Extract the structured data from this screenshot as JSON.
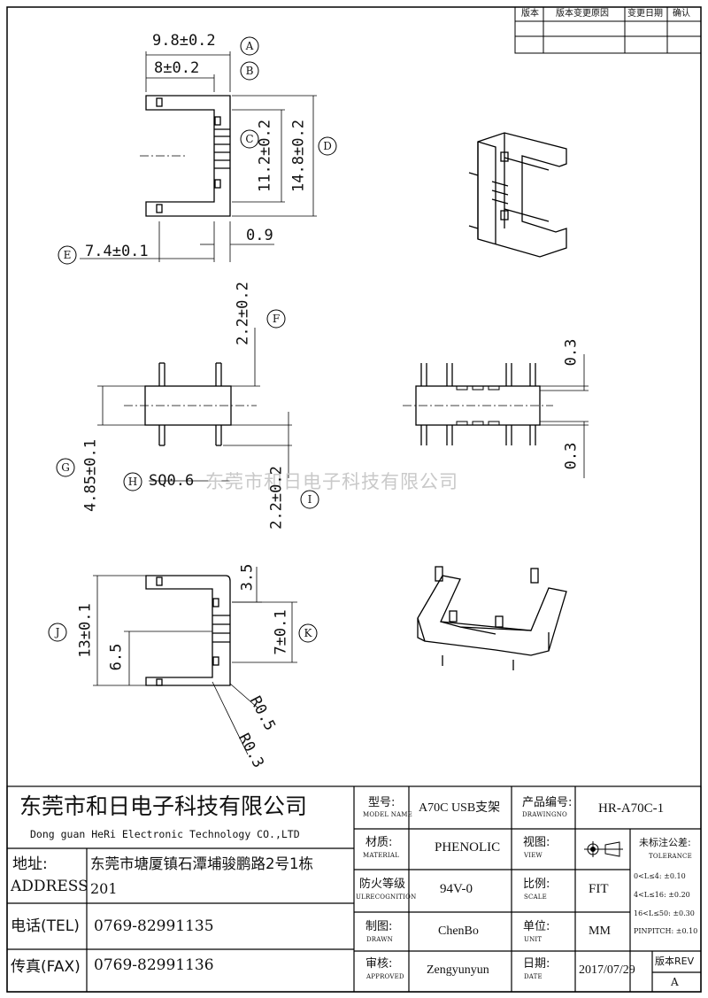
{
  "revision_table": {
    "headers": [
      "版本",
      "版本变更原因",
      "变更日期",
      "确认"
    ]
  },
  "drawing": {
    "dimensions": {
      "A": "9.8±0.2",
      "B": "8±0.2",
      "C": "11.2±0.2",
      "D": "14.8±0.2",
      "E": "7.4±0.1",
      "gap": "0.9",
      "F": "2.2±0.2",
      "G": "4.85±0.1",
      "H": "SQ0.6",
      "I": "2.2±0.2",
      "side_top": "0.3",
      "side_bottom": "0.3",
      "J": "13±0.1",
      "inner": "6.5",
      "top_35": "3.5",
      "K": "7±0.1",
      "R1": "R0.5",
      "R2": "R0.3"
    },
    "callouts": [
      "A",
      "B",
      "C",
      "D",
      "E",
      "F",
      "G",
      "H",
      "I",
      "J",
      "K"
    ],
    "watermark": "东莞市和日电子科技有限公司"
  },
  "title_block": {
    "company_cn": "东莞市和日电子科技有限公司",
    "company_en": "Dong guan HeRi Electronic Technology CO.,LTD",
    "address_label": "地址:",
    "address_label_en": "ADDRESS",
    "address_line1": "东莞市塘厦镇石潭埔骏鹏路2号1栋",
    "address_line2": "201",
    "tel_label": "电话(TEL)",
    "tel": "0769-82991135",
    "fax_label": "传真(FAX)",
    "fax": "0769-82991136",
    "model_label": "型号:",
    "model_label_en": "MODEL NAME",
    "model": "A70C USB支架",
    "drawing_no_label": "产品编号:",
    "drawing_no_label_en": "DRAWINGNO",
    "drawing_no": "HR-A70C-1",
    "material_label": "材质:",
    "material_label_en": "MATERIAL",
    "material": "PHENOLIC",
    "view_label": "视图:",
    "view_label_en": "VIEW",
    "tolerance_label": "未标注公差:",
    "tolerance_label_en": "TOLERANCE",
    "fire_label": "防火等级",
    "fire_label_en": "ULRECOGNITION",
    "fire": "94V-0",
    "scale_label": "比例:",
    "scale_label_en": "SCALE",
    "scale": "FIT",
    "tol1": "0<L≤4: ±0.10",
    "tol2": "4<L≤16: ±0.20",
    "tol3": "16<L≤50: ±0.30",
    "tol4": "PINPITCH: ±0.10",
    "drawn_label": "制图:",
    "drawn_label_en": "DRAWN",
    "drawn": "ChenBo",
    "unit_label": "单位:",
    "unit_label_en": "UNIT",
    "unit": "MM",
    "approved_label": "审核:",
    "approved_label_en": "APPROVED",
    "approved": "Zengyunyun",
    "date_label": "日期:",
    "date_label_en": "DATE",
    "date": "2017/07/29",
    "rev_label": "版本REV",
    "rev": "A"
  }
}
